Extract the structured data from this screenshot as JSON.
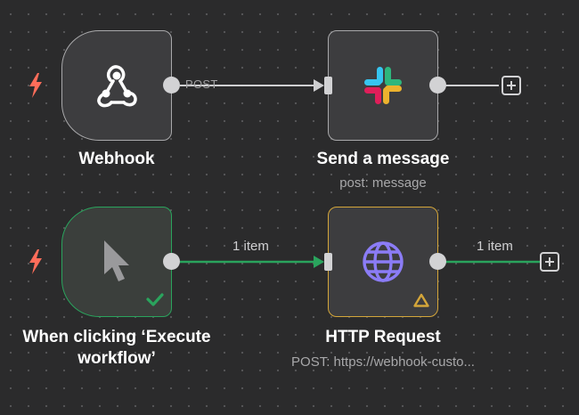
{
  "canvas": {
    "nodes": {
      "webhook": {
        "label": "Webhook",
        "icon": "webhook-icon",
        "type": "trigger"
      },
      "send_message": {
        "label": "Send a message",
        "subtitle": "post: message",
        "icon": "slack-icon"
      },
      "manual_trigger": {
        "label": "When clicking ‘Execute workflow’",
        "icon": "cursor-icon",
        "type": "trigger",
        "status": "success"
      },
      "http_request": {
        "label": "HTTP Request",
        "subtitle": "POST: https://webhook-custo...",
        "icon": "globe-icon",
        "status": "warning"
      }
    },
    "edges": {
      "webhook_to_send": {
        "label": "POST"
      },
      "manual_to_http": {
        "label": "1 item"
      },
      "http_out": {
        "label": "1 item"
      }
    }
  },
  "colors": {
    "background": "#2b2b2c",
    "node_fill": "#3d3d3f",
    "node_border": "#a9a9ab",
    "success": "#2aa45d",
    "warning": "#d4a63a",
    "trigger_bolt": "#ff6d5a",
    "globe": "#8b7cf6"
  }
}
